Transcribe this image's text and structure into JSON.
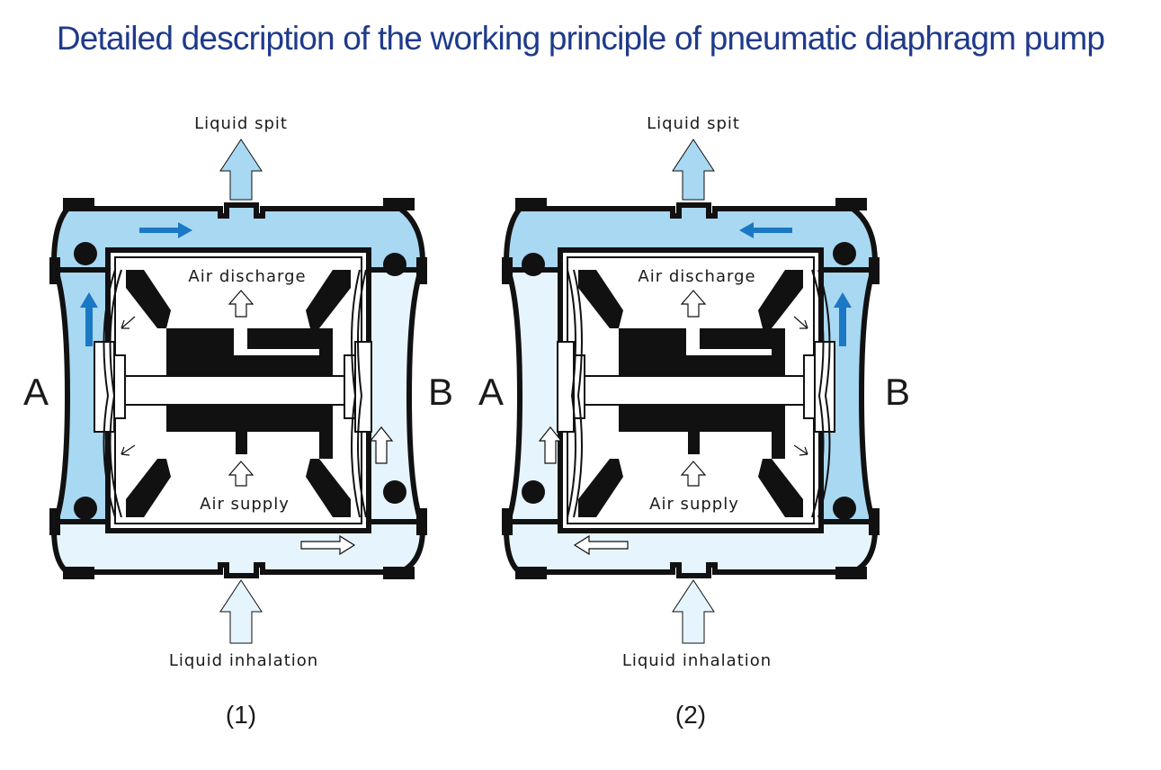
{
  "title": "Detailed description of the working principle of pneumatic diaphragm pump",
  "colors": {
    "title": "#1f3a8a",
    "liquid_dark": "#a9d8f2",
    "liquid_light": "#e6f5fd",
    "flow_arrow": "#1b78c4",
    "body": "#111111"
  },
  "diagrams": [
    {
      "label_top": "Liquid spit",
      "label_air_discharge": "Air discharge",
      "label_air_supply": "Air supply",
      "label_bottom": "Liquid inhalation",
      "side_left": "A",
      "side_right": "B",
      "caption": "(1)",
      "discharging_side": "A"
    },
    {
      "label_top": "Liquid spit",
      "label_air_discharge": "Air discharge",
      "label_air_supply": "Air supply",
      "label_bottom": "Liquid inhalation",
      "side_left": "A",
      "side_right": "B",
      "caption": "(2)",
      "discharging_side": "B"
    }
  ]
}
